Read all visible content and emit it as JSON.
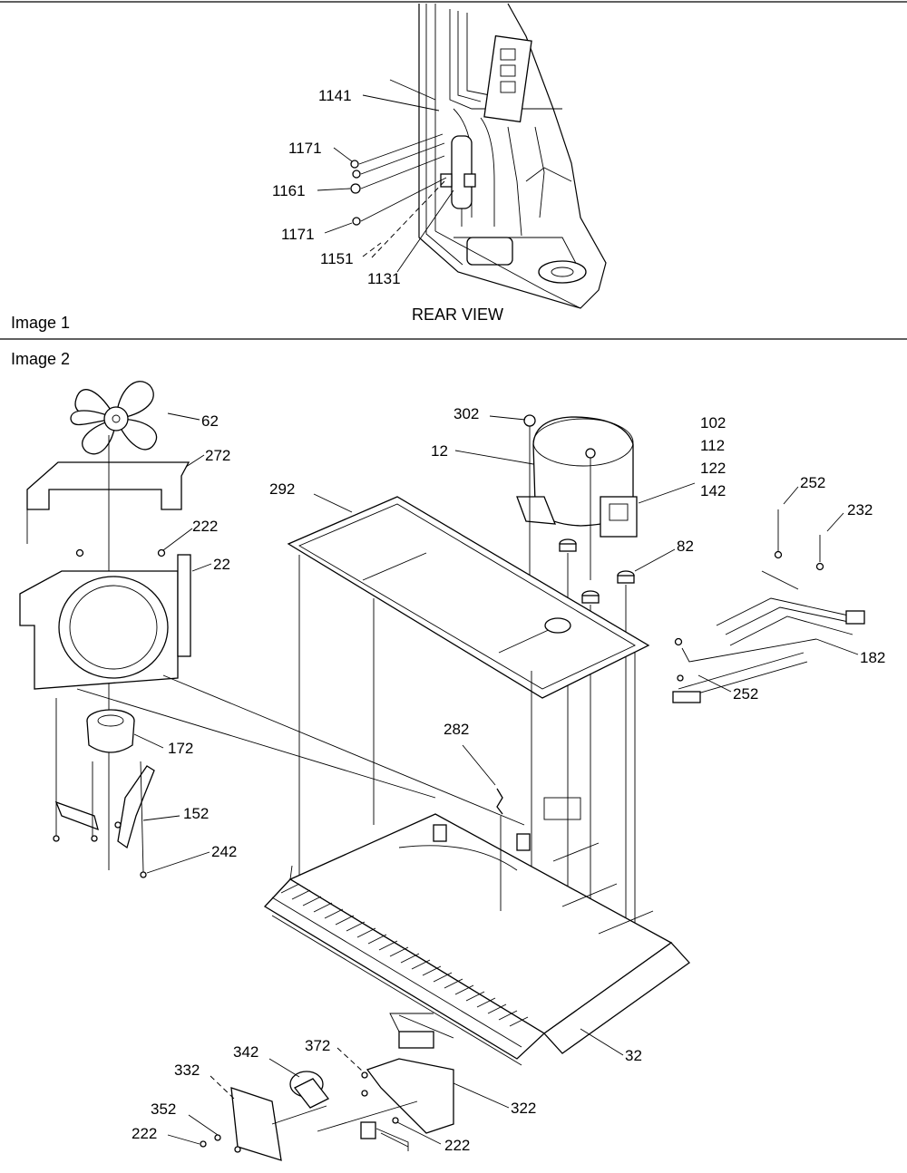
{
  "image1": {
    "caption": "Image 1",
    "view_label": "REAR VIEW",
    "callouts": [
      "1141",
      "1171",
      "1161",
      "1171",
      "1151",
      "1131"
    ]
  },
  "image2": {
    "caption": "Image 2",
    "callouts": [
      "62",
      "272",
      "222",
      "22",
      "172",
      "152",
      "242",
      "302",
      "12",
      "102",
      "112",
      "122",
      "142",
      "82",
      "292",
      "252",
      "232",
      "182",
      "252",
      "282",
      "32",
      "342",
      "372",
      "332",
      "352",
      "222",
      "322",
      "222"
    ]
  }
}
